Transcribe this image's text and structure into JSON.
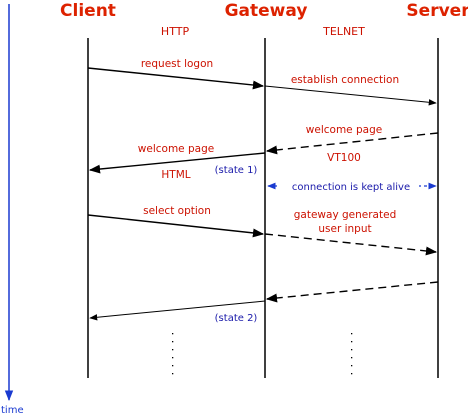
{
  "colors": {
    "actor": "#dd2200",
    "message": "#cc1100",
    "note": "#1a1aaa",
    "time": "#1a3ad0",
    "line": "#000000"
  },
  "actors": {
    "client": "Client",
    "gateway": "Gateway",
    "server": "Server"
  },
  "protocols": {
    "http": "HTTP",
    "telnet": "TELNET"
  },
  "messages": {
    "request_logon": "request logon",
    "establish_connection": "establish connection",
    "welcome_page_server": "welcome page",
    "vt100": "VT100",
    "welcome_page_client": "welcome page",
    "html": "HTML",
    "select_option": "select option",
    "gateway_generated_1": "gateway generated",
    "gateway_generated_2": "user input"
  },
  "notes": {
    "state1": "(state 1)",
    "state2": "(state 2)",
    "kept_alive": "connection is kept alive"
  },
  "time_label": "time"
}
